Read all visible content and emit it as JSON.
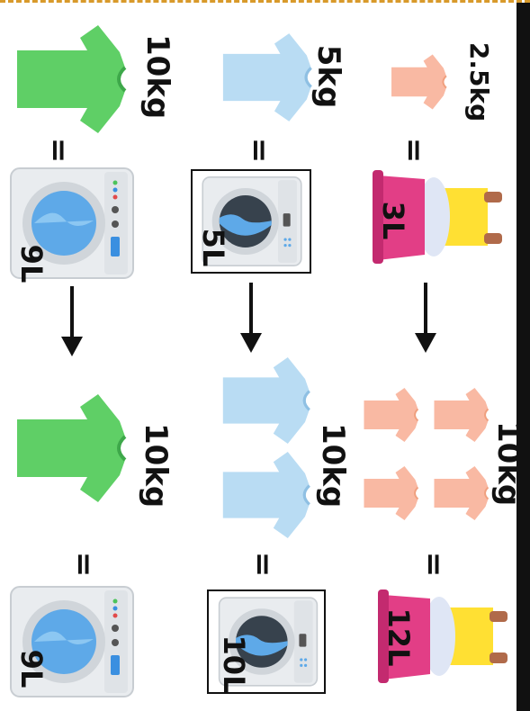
{
  "colors": {
    "shirt_large": "#5fcf66",
    "shirt_medium": "#b9dcf3",
    "shirt_small": "#f9b9a3",
    "machine_body": "#e9ecef",
    "machine_drum": "#5ea9e8",
    "basin": "#e23e86",
    "person_shirt": "#ffe033"
  },
  "rows": {
    "top": {
      "large_weight": "10kg",
      "large_capacity": "9L",
      "medium_weight": "5kg",
      "medium_capacity": "5L",
      "small_weight": "2.5kg",
      "small_capacity": "3L"
    },
    "bottom": {
      "large_weight": "10kg",
      "large_capacity": "9L",
      "medium_weight": "10kg",
      "medium_capacity": "10L",
      "small_weight": "10kg",
      "small_capacity": "12L"
    }
  },
  "equals_symbol": "=",
  "icons": [
    "tshirt-icon",
    "washing-machine-icon",
    "laundry-basin-icon",
    "down-arrow-icon"
  ]
}
